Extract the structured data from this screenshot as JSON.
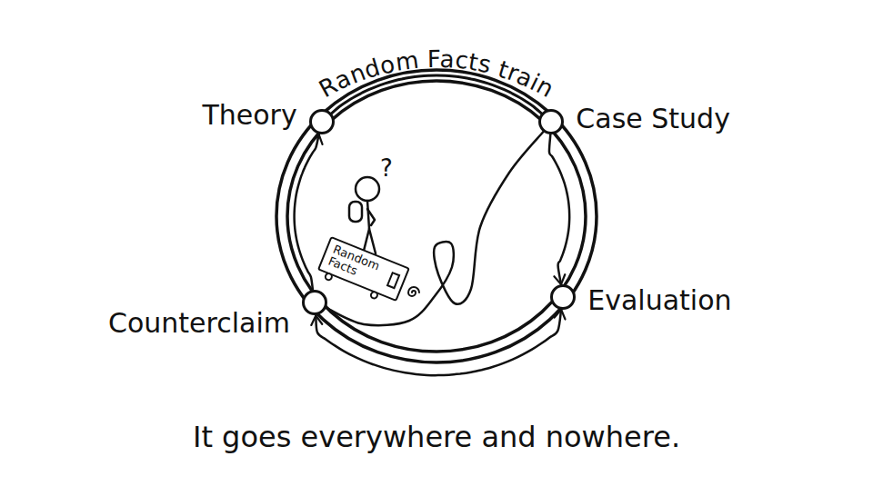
{
  "diagram": {
    "caption": "It goes everywhere and nowhere.",
    "nodes": [
      {
        "text": [
          "Theory"
        ]
      },
      {
        "text": [
          "Case Study"
        ]
      },
      {
        "text": [
          "Random Facts"
        ]
      },
      {
        "text": [
          "Counterclaim"
        ]
      },
      {
        "text": [
          "Evaluation"
        ]
      }
    ],
    "edges": [
      {
        "from": 3,
        "to": 0,
        "arrow": "to"
      },
      {
        "from": 0,
        "to": 1,
        "arrow": "none"
      },
      {
        "from": 1,
        "to": 4,
        "arrow": "to"
      },
      {
        "from": 3,
        "to": 4,
        "arrow": "both"
      },
      {
        "from": 1,
        "to": 3,
        "arrow": "none"
      }
    ],
    "labels": [
      "Random Facts train",
      "?"
    ]
  }
}
